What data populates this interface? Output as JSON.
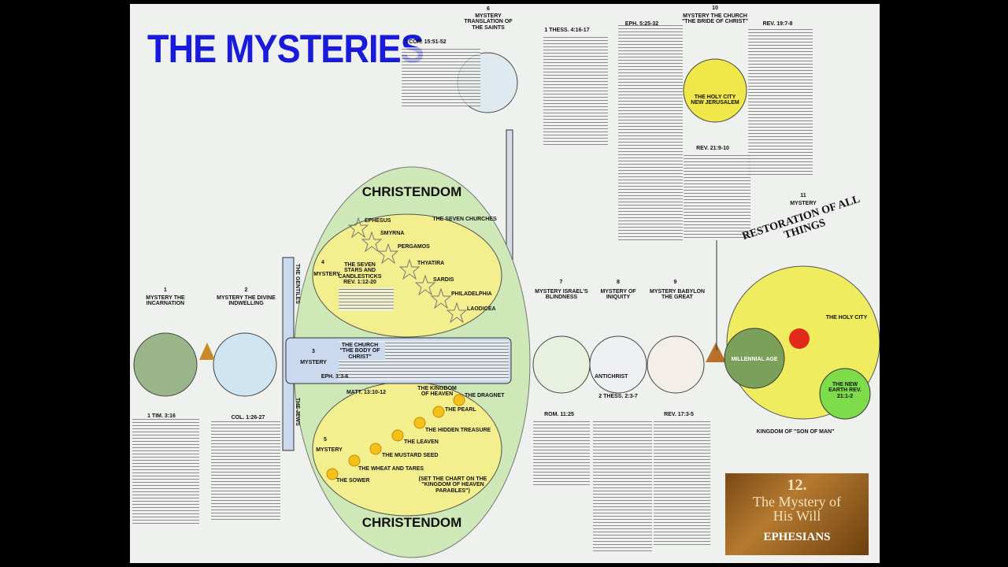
{
  "title": "THE MYSTERIES",
  "christendom": {
    "top": "CHRISTENDOM",
    "bottom": "CHRISTENDOM"
  },
  "mysteries": [
    {
      "num": "1",
      "label": "MYSTERY THE INCARNATION"
    },
    {
      "num": "2",
      "label": "MYSTERY THE DIVINE INDWELLING"
    },
    {
      "num": "3",
      "label": "MYSTERY"
    },
    {
      "num": "4",
      "label": "MYSTERY"
    },
    {
      "num": "5",
      "label": "MYSTERY"
    },
    {
      "num": "6",
      "label": "MYSTERY TRANSLATION OF THE SAINTS"
    },
    {
      "num": "7",
      "label": "MYSTERY ISRAEL'S BLINDNESS"
    },
    {
      "num": "8",
      "label": "MYSTERY OF INIQUITY"
    },
    {
      "num": "9",
      "label": "MYSTERY BABYLON THE GREAT"
    },
    {
      "num": "10",
      "label": "MYSTERY THE CHURCH \"THE BRIDE OF CHRIST\""
    },
    {
      "num": "11",
      "label": "MYSTERY"
    }
  ],
  "churches": [
    "EPHESUS",
    "SMYRNA",
    "PERGAMOS",
    "THYATIRA",
    "SARDIS",
    "PHILADELPHIA",
    "LAODICEA"
  ],
  "parables": [
    "THE SOWER",
    "THE WHEAT AND TARES",
    "THE MUSTARD SEED",
    "THE LEAVEN",
    "THE HIDDEN TREASURE",
    "THE PEARL",
    "THE DRAGNET"
  ],
  "labels": {
    "church_body": "THE CHURCH \"THE BODY OF CHRIST\"",
    "gentiles": "THE GENTILES",
    "jews": "THE JEWS",
    "restoration": "RESTORATION OF ALL THINGS",
    "holy_city": "THE HOLY CITY NEW JERUSALEM",
    "holy_city2": "THE HOLY CITY",
    "millennial": "MILLENNIAL AGE",
    "new_earth": "THE NEW EARTH REV. 21:1-2",
    "kingdom": "KINGDOM OF \"SON OF MAN\"",
    "antichrist": "ANTICHRIST",
    "seven_stars": "THE SEVEN STARS AND CANDLESTICKS REV. 1:12-20",
    "candlesticks_note": "THE SEVEN CHURCHES",
    "parable_note": "(SET THE CHART ON THE \"KINGDOM OF HEAVEN PARABLES\")",
    "kingdom_heaven": "THE KINGDOM OF HEAVEN",
    "cite_col": "COL. 1:26-27",
    "cite_thess": "1 THESS. 4:16-17",
    "cite_cor": "1 COR. 15:51-52",
    "cite_eph": "EPH. 5:25-32",
    "cite_rev": "REV. 19:7-8",
    "cite_matt": "MATT. 13:10-12",
    "cite_rom": "ROM. 11:25",
    "cite_thess2": "2 THESS. 2:3-7",
    "cite_rev17": "REV. 17:3-5",
    "cite_rev21": "REV. 21:9-10",
    "cite_eph3": "EPH. 3:3-6",
    "cite_tim": "1 TIM. 3:16"
  },
  "badge": {
    "number": "12.",
    "line1": "The Mystery of",
    "line2": "His Will",
    "book": "EPHESIANS"
  },
  "colors": {
    "title": "#1a1adb",
    "yellow": "#f3ef8e",
    "green": "#cfe8b8",
    "blue": "#cbd9ef"
  }
}
